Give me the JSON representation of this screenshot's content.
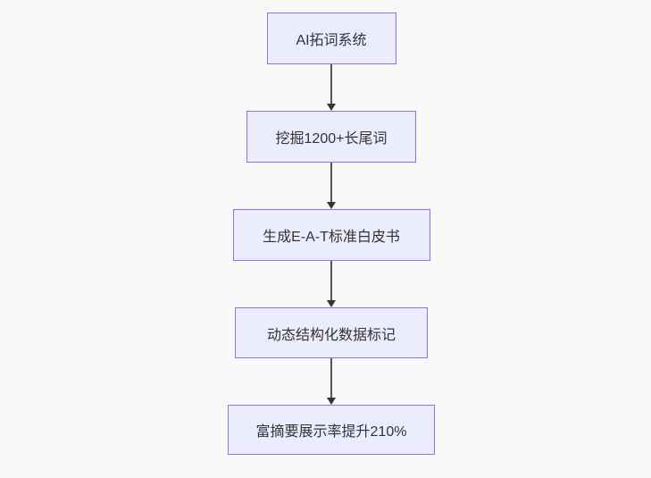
{
  "page": {
    "background_color": "#f9f9f9"
  },
  "flowchart": {
    "type": "flowchart",
    "direction": "top-down",
    "node_fill_color": "#ececff",
    "node_border_color": "#9370db",
    "node_text_color": "#333333",
    "arrow_color": "#333333",
    "nodes": [
      {
        "id": "step-1",
        "label": "AI拓词系统"
      },
      {
        "id": "step-2",
        "label": "挖掘1200+长尾词"
      },
      {
        "id": "step-3",
        "label": "生成E-A-T标准白皮书"
      },
      {
        "id": "step-4",
        "label": "动态结构化数据标记"
      },
      {
        "id": "step-5",
        "label": "富摘要展示率提升210%"
      }
    ],
    "edges": [
      {
        "from": "step-1",
        "to": "step-2"
      },
      {
        "from": "step-2",
        "to": "step-3"
      },
      {
        "from": "step-3",
        "to": "step-4"
      },
      {
        "from": "step-4",
        "to": "step-5"
      }
    ]
  }
}
